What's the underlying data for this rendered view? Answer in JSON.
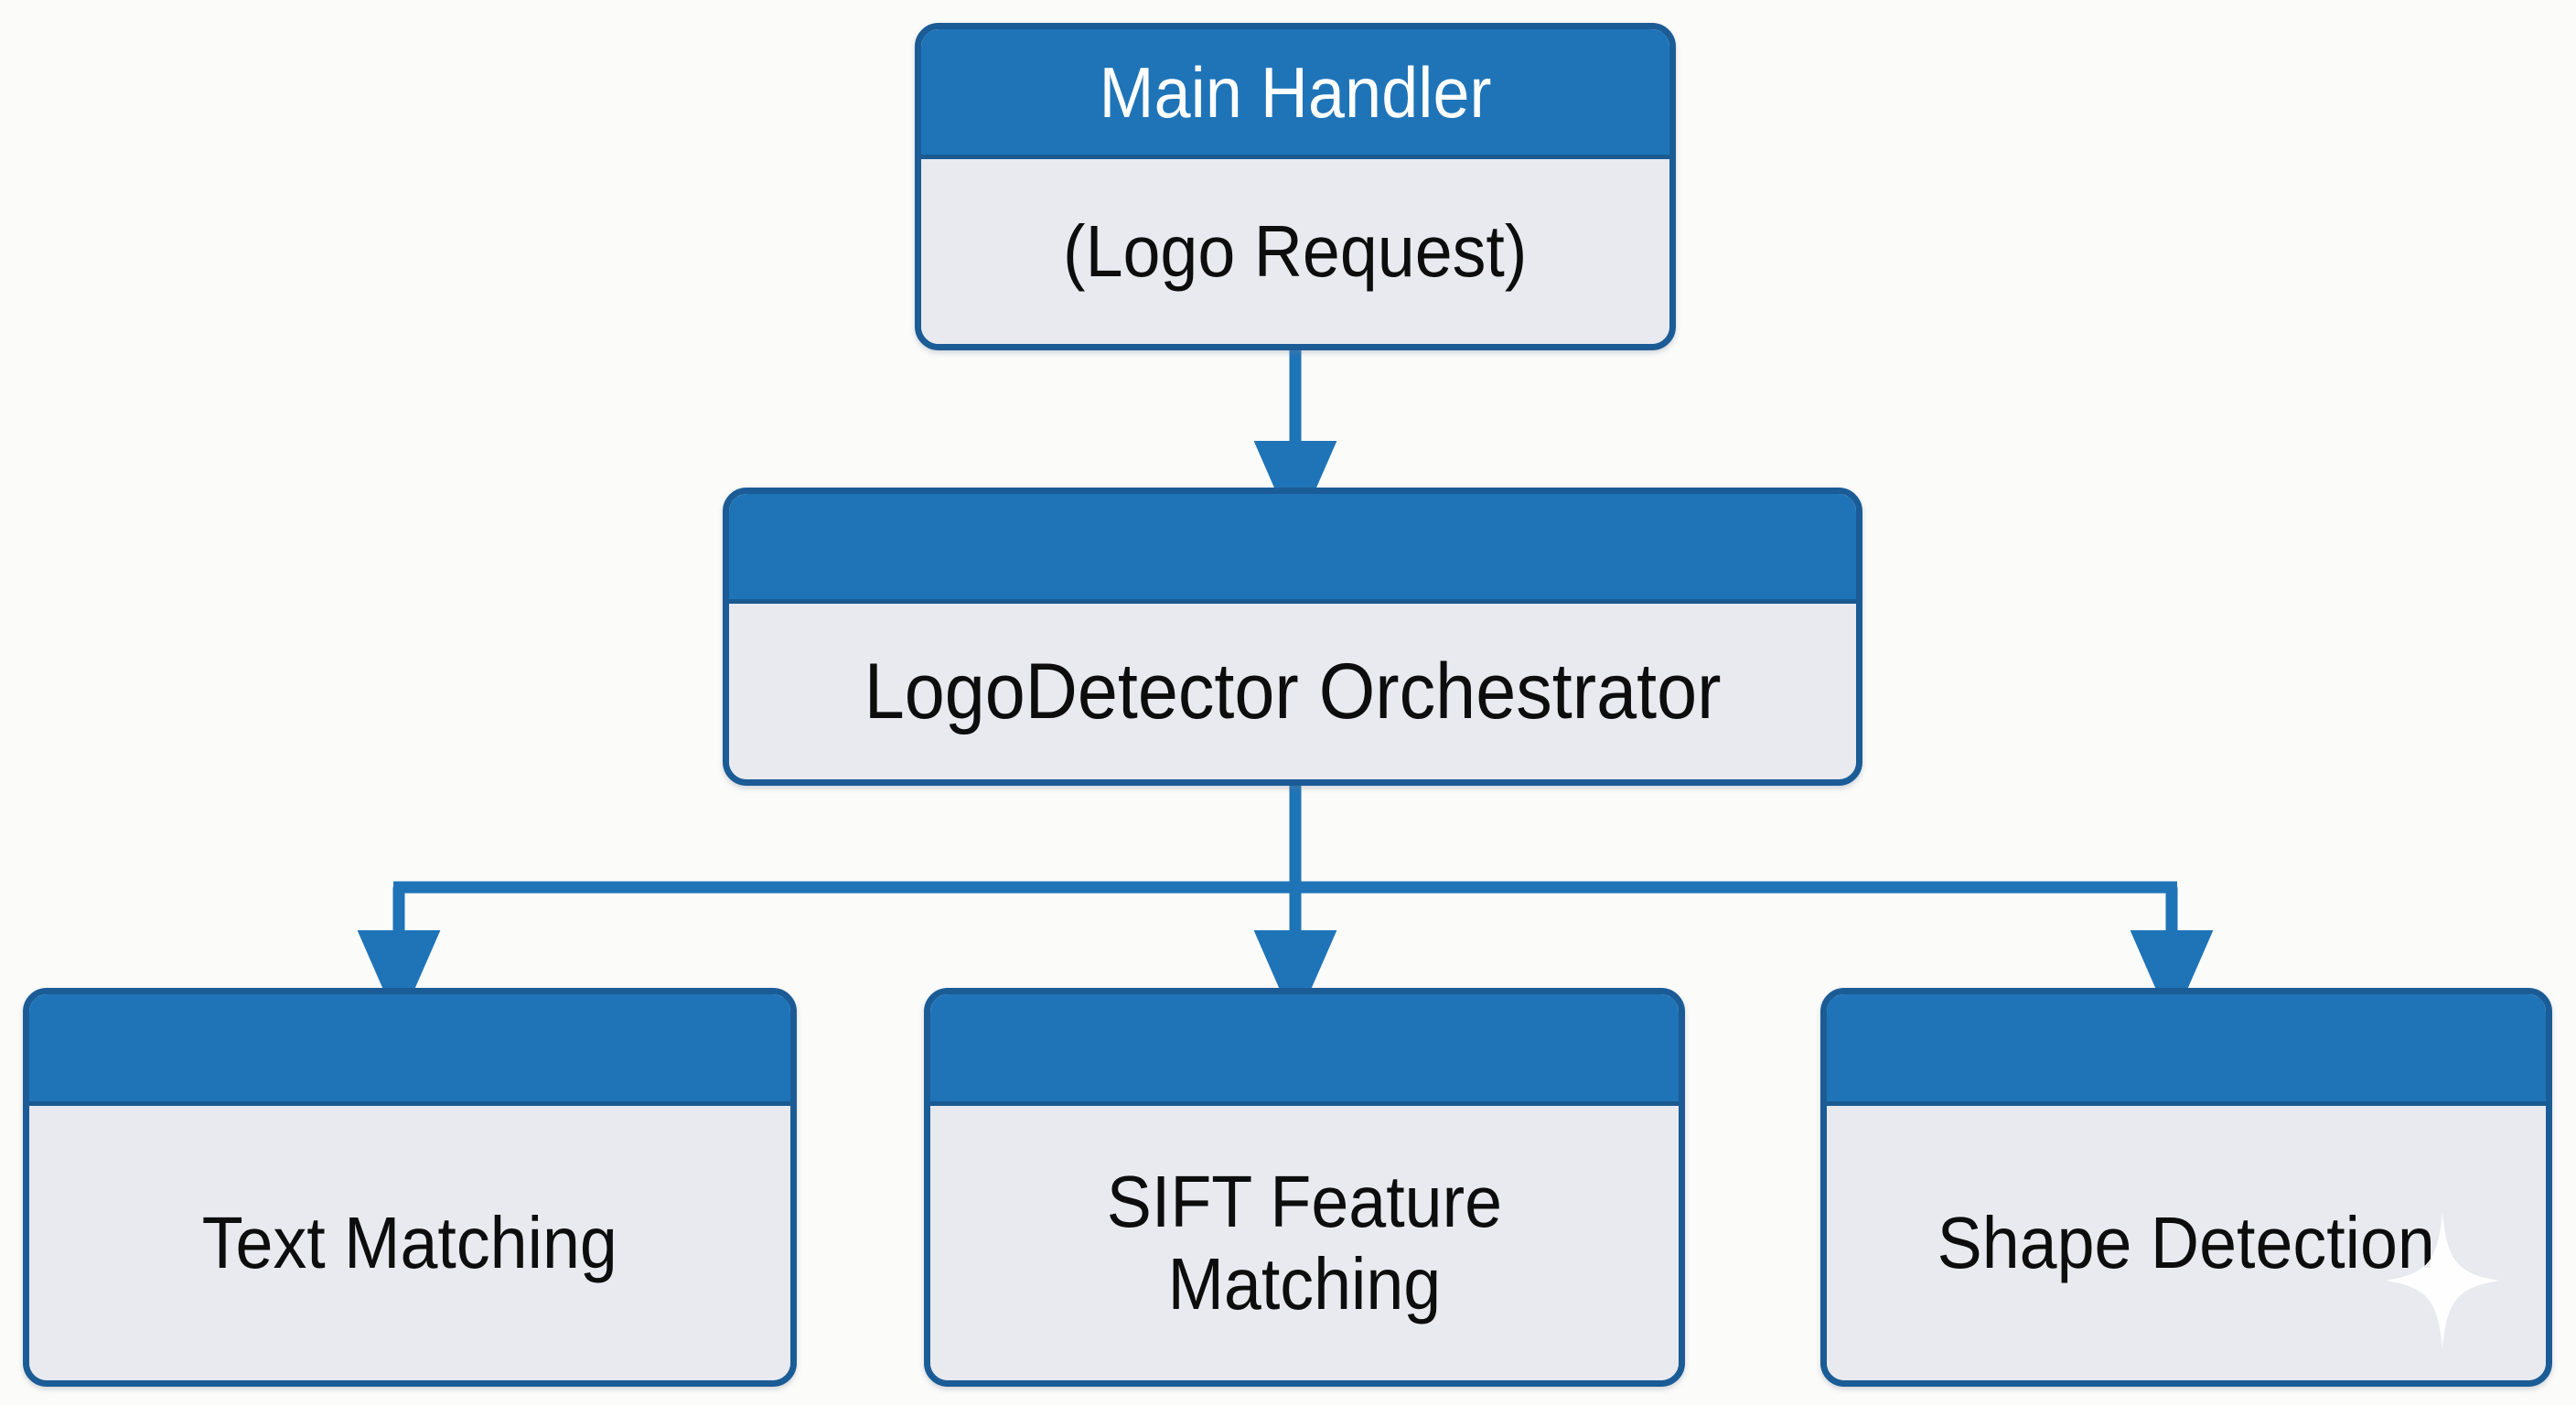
{
  "diagram": {
    "title": "LogoDetector Architecture Flowchart",
    "type": "flowchart",
    "orientation": "top-down",
    "background_color": "#fbfbfa",
    "colors": {
      "header_fill": "#1f74b8",
      "body_fill": "#e8eaef",
      "border": "#1b5c96",
      "connector": "#1f74b8",
      "header_text": "#ffffff",
      "body_text": "#0d0d0d"
    }
  },
  "nodes": {
    "main_handler": {
      "header_label": "Main Handler",
      "body_label": "(Logo Request)"
    },
    "orchestrator": {
      "header_label": "",
      "body_label": "LogoDetector Orchestrator"
    },
    "text_matching": {
      "header_label": "",
      "body_label": "Text Matching"
    },
    "sift_matching": {
      "header_label": "",
      "body_label": "SIFT Feature\nMatching"
    },
    "shape_detection": {
      "header_label": "",
      "body_label": "Shape Detection"
    }
  },
  "edges": [
    {
      "from": "main_handler",
      "to": "orchestrator",
      "style": "arrow-down"
    },
    {
      "from": "orchestrator",
      "to": "text_matching",
      "style": "arrow-down-branch-left"
    },
    {
      "from": "orchestrator",
      "to": "sift_matching",
      "style": "arrow-down-branch-center"
    },
    {
      "from": "orchestrator",
      "to": "shape_detection",
      "style": "arrow-down-branch-right"
    }
  ],
  "decorations": {
    "sparkle": "sparkle-icon"
  }
}
